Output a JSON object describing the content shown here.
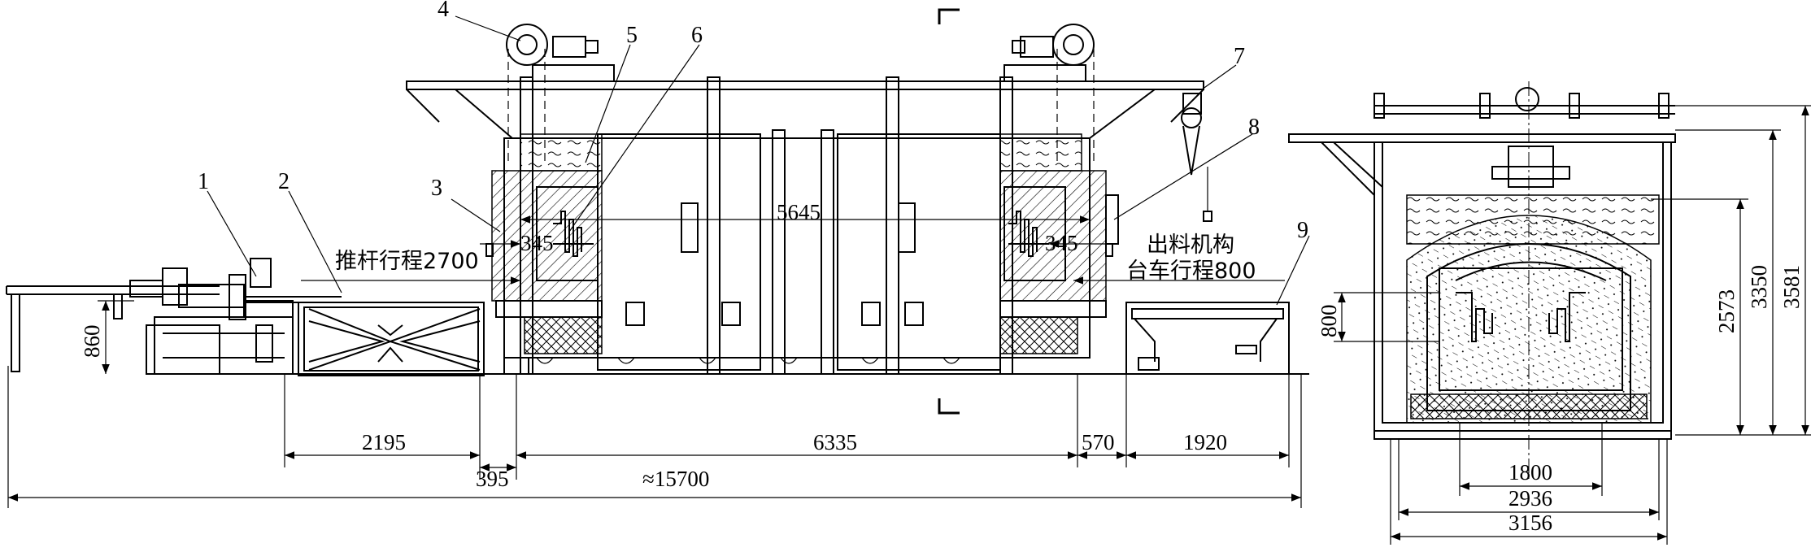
{
  "callouts": [
    "1",
    "2",
    "3",
    "4",
    "5",
    "6",
    "7",
    "8",
    "9"
  ],
  "labels": {
    "pusher_stroke": "推杆行程2700",
    "discharge_mech": "出料机构",
    "car_stroke": "台车行程800"
  },
  "dimensions": {
    "d860": "860",
    "d345_left": "345",
    "d345_right": "345",
    "d5645": "5645",
    "d2195": "2195",
    "d6335": "6335",
    "d570": "570",
    "d1920": "1920",
    "d395": "395",
    "d15700": "≈15700",
    "d800": "800",
    "d2573": "2573",
    "d3350": "3350",
    "d3581": "3581",
    "d1800": "1800",
    "d2936": "2936",
    "d3156": "3156"
  }
}
